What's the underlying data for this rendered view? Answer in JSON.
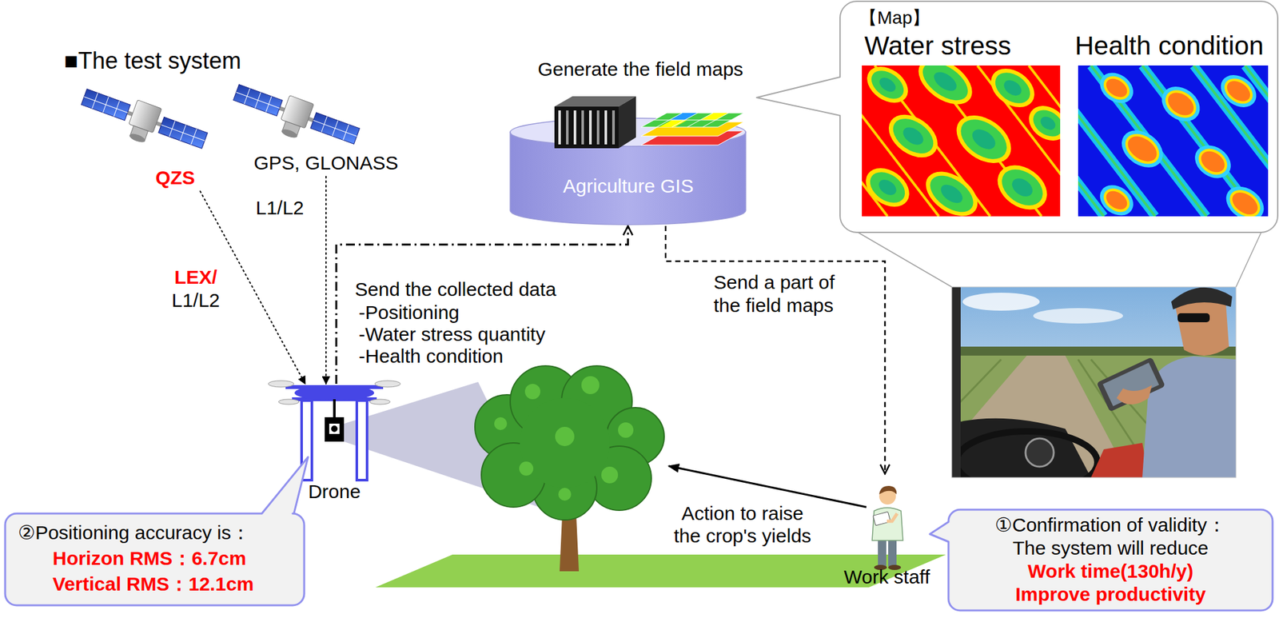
{
  "diagram": {
    "title": "■The test system",
    "nodes": [
      {
        "text": [
          "QZS"
        ]
      },
      {
        "text": [
          "GPS, GLONASS"
        ]
      },
      {
        "text": [
          "Agriculture GIS"
        ]
      },
      {
        "text": [
          "【Map】",
          "Water stress",
          "Health condition"
        ]
      },
      {
        "text": [
          "Drone"
        ]
      },
      {
        "text": [
          "Work staff"
        ]
      },
      {
        "text": [
          "②Positioning accuracy is：",
          "Horizon RMS：6.7cm",
          "Vertical RMS：12.1cm"
        ]
      },
      {
        "text": [
          "①Confirmation of validity：",
          "The system will reduce",
          "Work time(130h/y)",
          "Improve productivity"
        ]
      }
    ],
    "edges": [
      {
        "from": 0,
        "to": 4,
        "arrow": "to"
      },
      {
        "from": 1,
        "to": 4,
        "arrow": "to"
      },
      {
        "from": 4,
        "to": 2,
        "arrow": "to"
      },
      {
        "from": 2,
        "to": 5,
        "arrow": "to"
      }
    ],
    "labels": [
      "L1/L2",
      "LEX/",
      "L1/L2",
      "Generate the field maps",
      "Send the collected data",
      "-Positioning",
      "-Water stress quantity",
      "-Health condition",
      "Send a part of the field maps",
      "Action to raise the crop's yields"
    ]
  }
}
